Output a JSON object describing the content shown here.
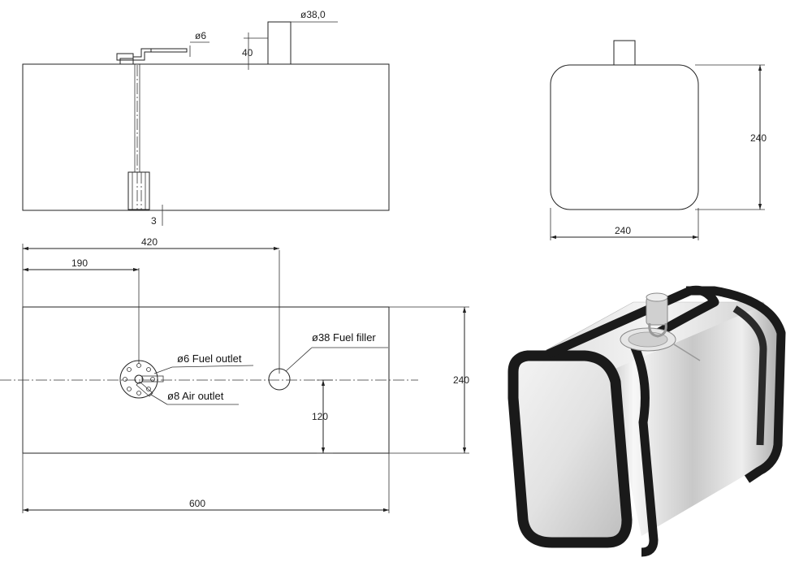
{
  "dimensions": {
    "filler_diameter": "ø38,0",
    "pipe_diameter": "ø6",
    "filler_height": "40",
    "bottom_clearance": "3",
    "overall_length": "600",
    "filler_position": "420",
    "outlet_position": "190",
    "top_view_height": "240",
    "centerline_offset": "120",
    "side_view_height": "240",
    "side_view_width": "240"
  },
  "labels": {
    "fuel_filler": "ø38 Fuel filler",
    "fuel_outlet": "ø6 Fuel outlet",
    "air_outlet": "ø8 Air outlet"
  },
  "colors": {
    "line": "#222222",
    "tank_band": "#1a1a1a",
    "tank_metal": "#d9d9d9"
  }
}
